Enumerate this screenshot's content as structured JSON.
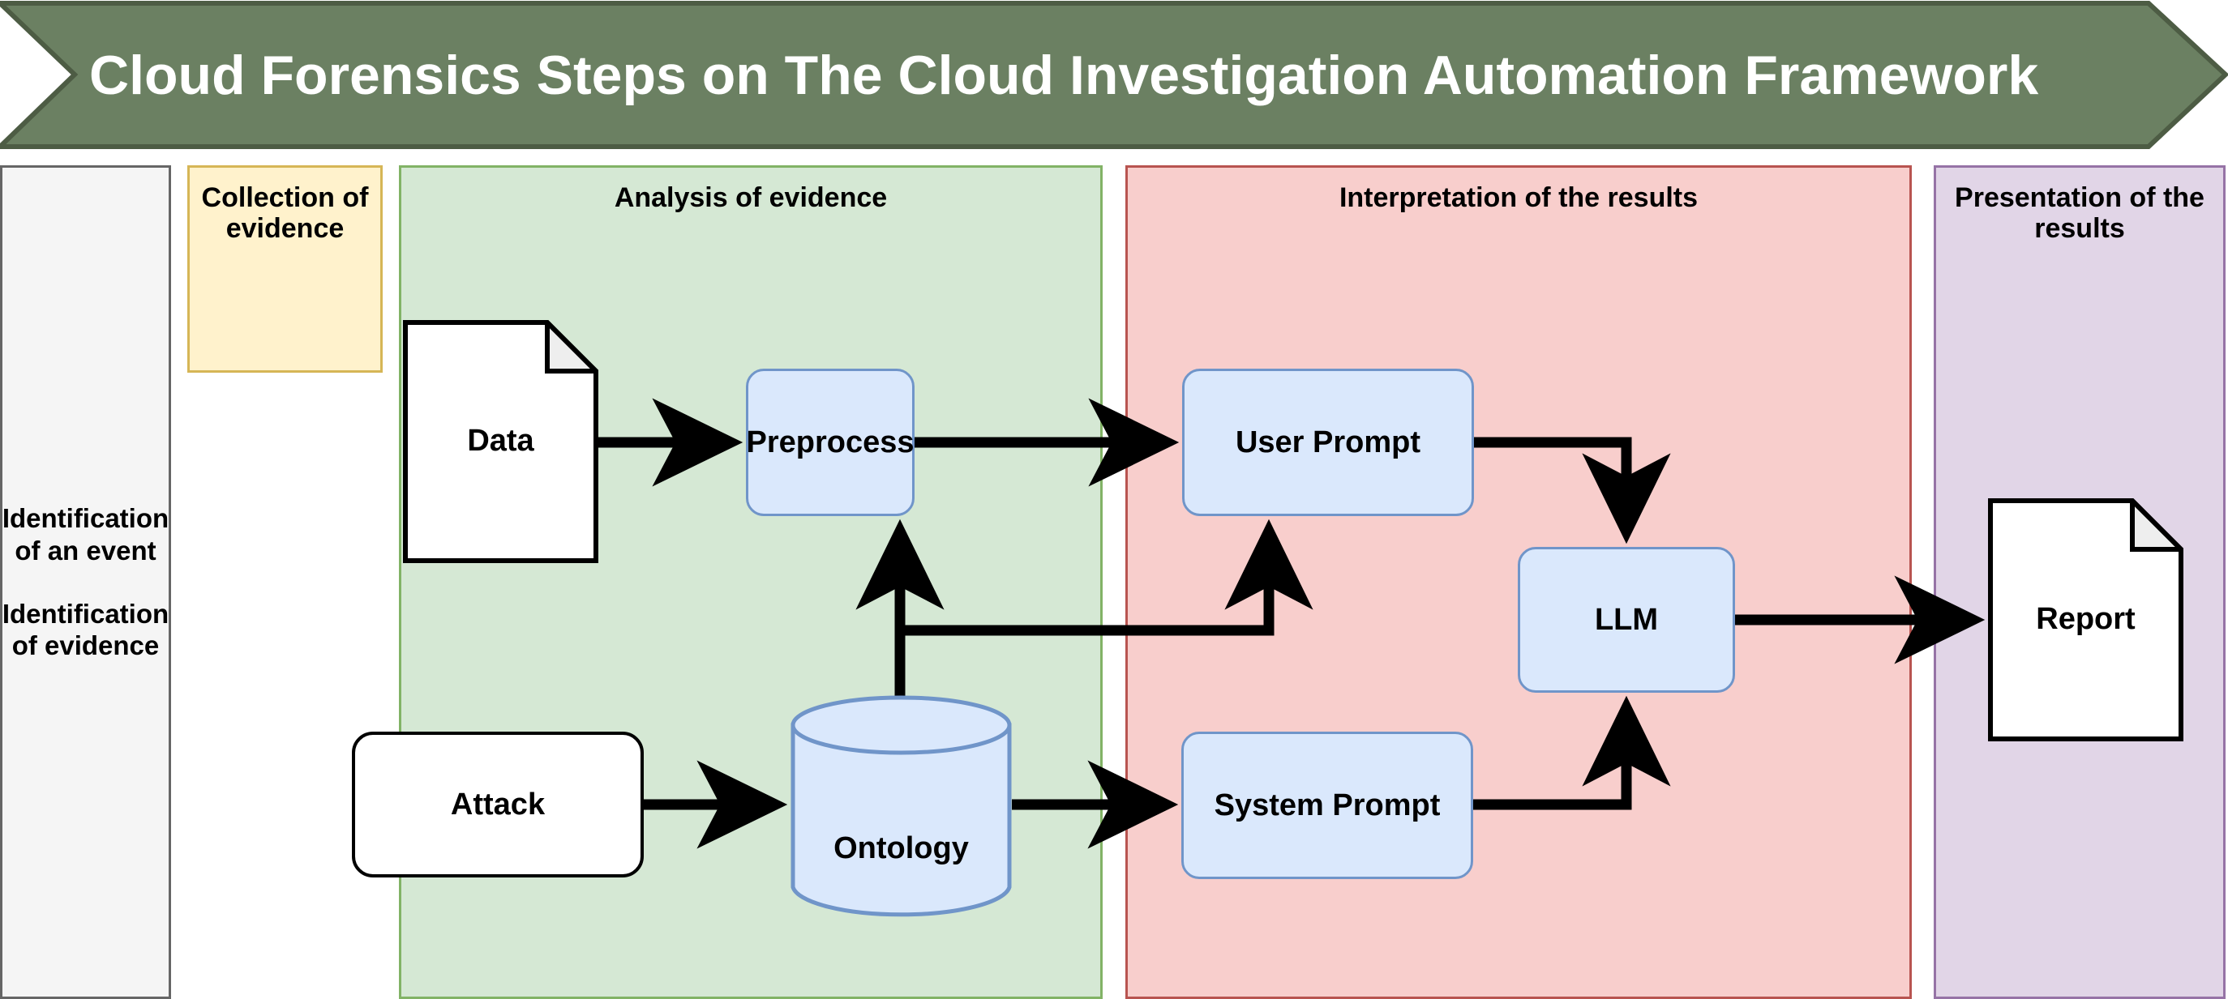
{
  "banner": {
    "title": "Cloud Forensics Steps on The Cloud Investigation Automation Framework",
    "fill_color": "#6b8062",
    "text_color": "#ffffff"
  },
  "lanes": [
    {
      "id": "identification",
      "title": "",
      "fill_color": "#f5f5f5",
      "border_color": "#666666",
      "lines": [
        "Identification of an event",
        "Identification of evidence"
      ]
    },
    {
      "id": "collection",
      "title": "Collection of evidence",
      "fill_color": "#fff2cc",
      "border_color": "#d6b656"
    },
    {
      "id": "analysis",
      "title": "Analysis of evidence",
      "fill_color": "#d5e8d4",
      "border_color": "#82b366"
    },
    {
      "id": "interpretation",
      "title": "Interpretation of the results",
      "fill_color": "#f8cecc",
      "border_color": "#b85450"
    },
    {
      "id": "presentation",
      "title": "Presentation of the results",
      "fill_color": "#e1d5e7",
      "border_color": "#9673a6"
    }
  ],
  "nodes": {
    "data": {
      "label": "Data",
      "shape": "document",
      "fill_color": "#ffffff"
    },
    "attack": {
      "label": "Attack",
      "shape": "rounded-rect",
      "fill_color": "#ffffff"
    },
    "preprocess": {
      "label": "Preprocess",
      "shape": "rounded-rect",
      "fill_color": "#dae8fc"
    },
    "ontology": {
      "label": "Ontology",
      "shape": "cylinder",
      "fill_color": "#dae8fc"
    },
    "user_prompt": {
      "label": "User Prompt",
      "shape": "rounded-rect",
      "fill_color": "#dae8fc"
    },
    "system_prompt": {
      "label": "System Prompt",
      "shape": "rounded-rect",
      "fill_color": "#dae8fc"
    },
    "llm": {
      "label": "LLM",
      "shape": "rounded-rect",
      "fill_color": "#dae8fc"
    },
    "report": {
      "label": "Report",
      "shape": "document",
      "fill_color": "#ffffff"
    }
  },
  "edges": [
    {
      "from": "data",
      "to": "preprocess"
    },
    {
      "from": "attack",
      "to": "ontology"
    },
    {
      "from": "ontology",
      "to": "preprocess"
    },
    {
      "from": "ontology",
      "to": "user_prompt"
    },
    {
      "from": "ontology",
      "to": "system_prompt"
    },
    {
      "from": "preprocess",
      "to": "user_prompt"
    },
    {
      "from": "user_prompt",
      "to": "llm"
    },
    {
      "from": "system_prompt",
      "to": "llm"
    },
    {
      "from": "llm",
      "to": "report"
    }
  ],
  "colors": {
    "edge": "#000000",
    "node_blue_fill": "#dae8fc",
    "node_blue_stroke": "#7095c9",
    "document_fold": "#eeeeee"
  }
}
